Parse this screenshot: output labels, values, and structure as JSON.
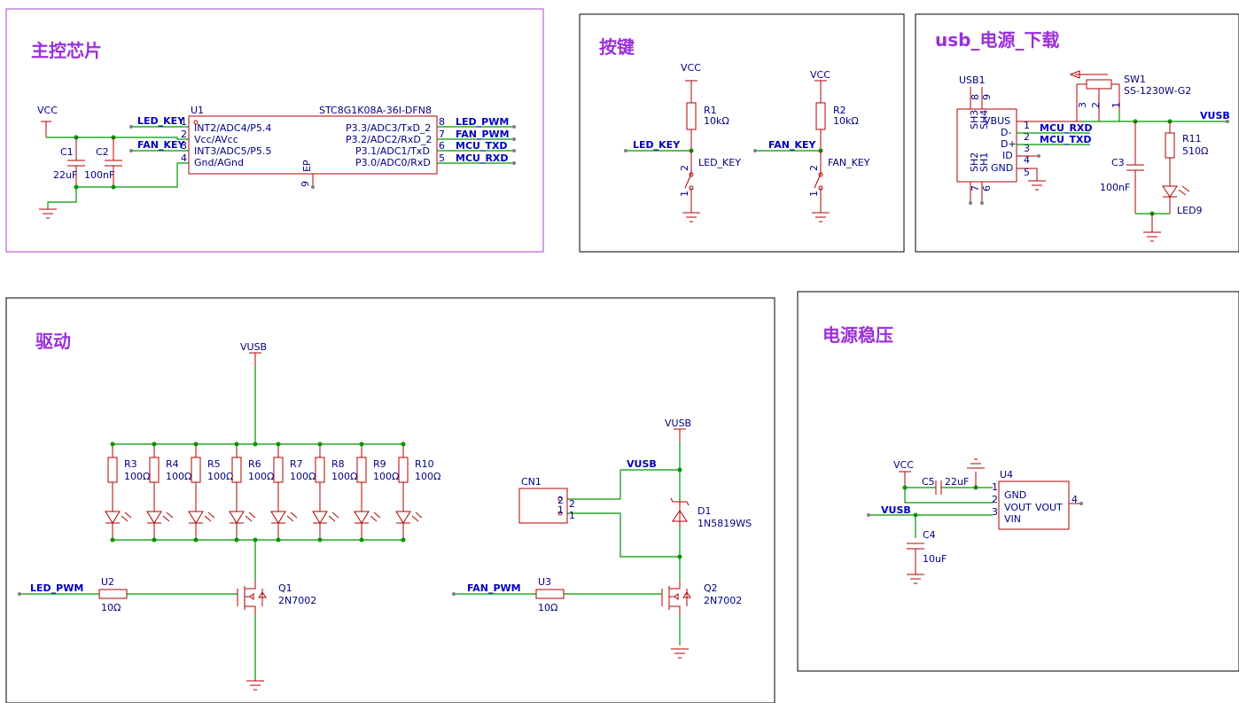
{
  "sections": {
    "main_chip": "主控芯片",
    "keys": "按键",
    "usb": "usb_电源_下载",
    "driver": "驱动",
    "regulator": "电源稳压"
  },
  "main_chip": {
    "vcc": "VCC",
    "c1": "C1",
    "c1_val": "22uF",
    "c2": "C2",
    "c2_val": "100nF",
    "u1": "U1",
    "u1_part": "STC8G1K08A-36I-DFN8",
    "pins_left": [
      "INT2/ADC4/P5.4",
      "Vcc/AVcc",
      "INT3/ADC5/P5.5",
      "Gnd/AGnd"
    ],
    "pin_nums_left": [
      "1",
      "2",
      "3",
      "4"
    ],
    "pins_right": [
      "P3.3/ADC3/TxD_2",
      "P3.2/ADC2/RxD_2",
      "P3.1/ADC1/TxD",
      "P3.0/ADC0/RxD"
    ],
    "pin_nums_right": [
      "8",
      "7",
      "6",
      "5"
    ],
    "ep": "EP",
    "ep_num": "9",
    "net_led_key": "LED_KEY",
    "net_fan_key": "FAN_KEY",
    "net_right": [
      "LED_PWM",
      "FAN_PWM",
      "MCU_TXD",
      "MCU_RXD"
    ]
  },
  "keys": {
    "vcc1": "VCC",
    "r1": "R1",
    "r1_val": "10kΩ",
    "net1": "LED_KEY",
    "sw1_label": "LED_KEY",
    "vcc2": "VCC",
    "r2": "R2",
    "r2_val": "10kΩ",
    "net2": "FAN_KEY",
    "sw2_label": "FAN_KEY",
    "pin2": "2",
    "pin1": "1"
  },
  "usb": {
    "usb1": "USB1",
    "sh3": "SH3",
    "sh4": "SH4",
    "sh2": "SH2",
    "sh1": "SH1",
    "p8": "8",
    "p9": "9",
    "p7": "7",
    "p6": "6",
    "vbus": "VBUS",
    "dm": "D-",
    "dp": "D+",
    "id": "ID",
    "gnd": "GND",
    "pn": [
      "1",
      "2",
      "3",
      "4",
      "5"
    ],
    "net_rxd": "MCU_RXD",
    "net_txd": "MCU_TXD",
    "sw1": "SW1",
    "sw1_part": "SS-1230W-G2",
    "sw_pins": [
      "3",
      "2",
      "1"
    ],
    "vusb": "VUSB",
    "c3": "C3",
    "c3_val": "100nF",
    "r11": "R11",
    "r11_val": "510Ω",
    "led9": "LED9"
  },
  "driver": {
    "vusb": "VUSB",
    "resistors": [
      {
        "name": "R3",
        "val": "100Ω"
      },
      {
        "name": "R4",
        "val": "100Ω"
      },
      {
        "name": "R5",
        "val": "100Ω"
      },
      {
        "name": "R6",
        "val": "100Ω"
      },
      {
        "name": "R7",
        "val": "100Ω"
      },
      {
        "name": "R8",
        "val": "100Ω"
      },
      {
        "name": "R9",
        "val": "100Ω"
      },
      {
        "name": "R10",
        "val": "100Ω"
      }
    ],
    "led_pwm": "LED_PWM",
    "u2": "U2",
    "u2_val": "10Ω",
    "q1": "Q1",
    "q1_part": "2N7002",
    "vusb2": "VUSB",
    "vusb3": "VUSB",
    "cn1": "CN1",
    "cn_pins": [
      "2",
      "1"
    ],
    "d1": "D1",
    "d1_part": "1N5819WS",
    "fan_pwm": "FAN_PWM",
    "u3": "U3",
    "u3_val": "10Ω",
    "q2": "Q2",
    "q2_part": "2N7002"
  },
  "regulator": {
    "vcc": "VCC",
    "c5": "C5",
    "c5_val": "22uF",
    "vusb": "VUSB",
    "c4": "C4",
    "c4_val": "10uF",
    "u4": "U4",
    "gnd": "GND",
    "vout": "VOUT",
    "vout2": "VOUT",
    "vin": "VIN",
    "pins": [
      "1",
      "2",
      "3",
      "4"
    ]
  }
}
